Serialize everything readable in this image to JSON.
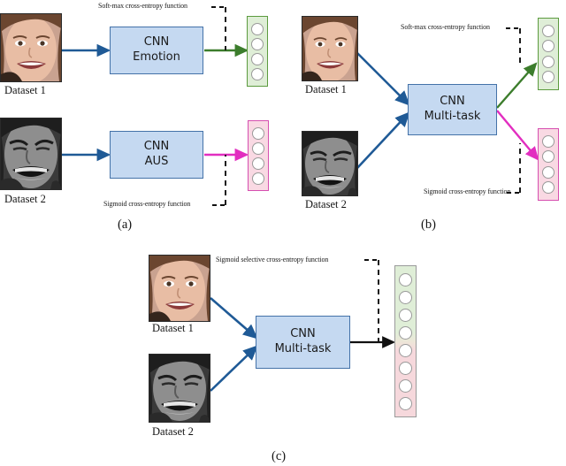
{
  "figure": {
    "type": "diagram",
    "description": "Three CNN architecture schematics for facial emotion and action-unit recognition"
  },
  "panels": [
    {
      "id": "a",
      "label": "(a)",
      "inputs": [
        {
          "name": "Dataset 1",
          "image": "color-smiling-face-photo"
        },
        {
          "name": "Dataset 2",
          "image": "grayscale-angry-face-photo"
        }
      ],
      "networks": [
        {
          "line1": "CNN",
          "line2": "Emotion"
        },
        {
          "line1": "CNN",
          "line2": "AUS"
        }
      ],
      "outputs": [
        {
          "style": "green",
          "nodes": 4
        },
        {
          "style": "pink",
          "nodes": 4
        }
      ],
      "losses": [
        "Soft-max cross-entropy function",
        "Sigmoid cross-entropy function"
      ]
    },
    {
      "id": "b",
      "label": "(b)",
      "inputs": [
        {
          "name": "Dataset 1",
          "image": "color-smiling-face-photo"
        },
        {
          "name": "Dataset 2",
          "image": "grayscale-angry-face-photo"
        }
      ],
      "networks": [
        {
          "line1": "CNN",
          "line2": "Multi-task"
        }
      ],
      "outputs": [
        {
          "style": "green",
          "nodes": 4
        },
        {
          "style": "pink",
          "nodes": 4
        }
      ],
      "losses": [
        "Soft-max cross-entropy function",
        "Sigmoid cross-entropy function"
      ]
    },
    {
      "id": "c",
      "label": "(c)",
      "inputs": [
        {
          "name": "Dataset 1",
          "image": "color-smiling-face-photo"
        },
        {
          "name": "Dataset 2",
          "image": "grayscale-angry-face-photo"
        }
      ],
      "networks": [
        {
          "line1": "CNN",
          "line2": "Multi-task"
        }
      ],
      "outputs": [
        {
          "style": "green-pink-gradient",
          "nodes": 8
        }
      ],
      "losses": [
        "Sigmoid selective cross-entropy function"
      ]
    }
  ],
  "colors": {
    "cnn_box_fill": "#c5d9f1",
    "cnn_box_border": "#4472a8",
    "input_arrow": "#1f5a96",
    "softmax_arrow": "#3c7d2c",
    "sigmoid_arrow": "#e22ec0",
    "selective_arrow": "#000000",
    "green_stack_fill": "#dfeed7",
    "green_stack_border": "#5c9b3f",
    "pink_stack_fill": "#f9d9e3",
    "pink_stack_border": "#d64fb0"
  }
}
